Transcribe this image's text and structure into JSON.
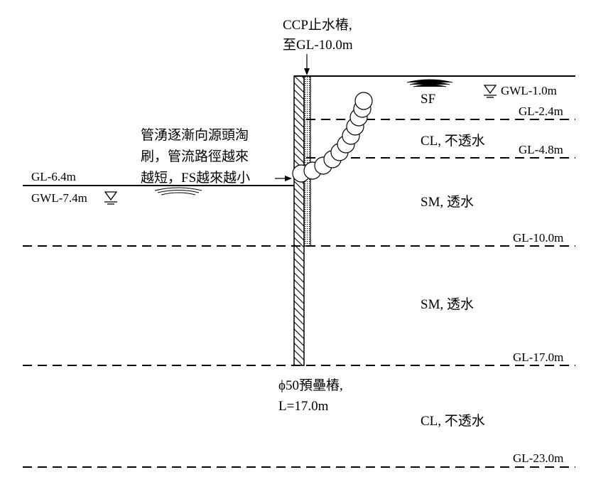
{
  "annotations": {
    "ccp_line1": "CCP止水樁,",
    "ccp_line2": "至GL-10.0m",
    "piping_line1": "管湧逐漸向源頭淘",
    "piping_line2": "刷，管流路徑越來",
    "piping_line3": "越短，FS越來越小",
    "pile_line1": "ϕ50預壘樁,",
    "pile_line2": "L=17.0m"
  },
  "levels": {
    "gwl_out": "GWL-1.0m",
    "gl_2_4": "GL-2.4m",
    "gl_4_8": "GL-4.8m",
    "gl_10": "GL-10.0m",
    "gl_17": "GL-17.0m",
    "gl_23": "GL-23.0m",
    "gl_in": "GL-6.4m",
    "gwl_in": "GWL-7.4m"
  },
  "soil_layers": {
    "sf": "SF",
    "cl_top": "CL, 不透水",
    "sm_1": "SM, 透水",
    "sm_2": "SM, 透水",
    "cl_bottom": "CL, 不透水"
  },
  "colors": {
    "line": "#000000",
    "background": "#ffffff"
  }
}
